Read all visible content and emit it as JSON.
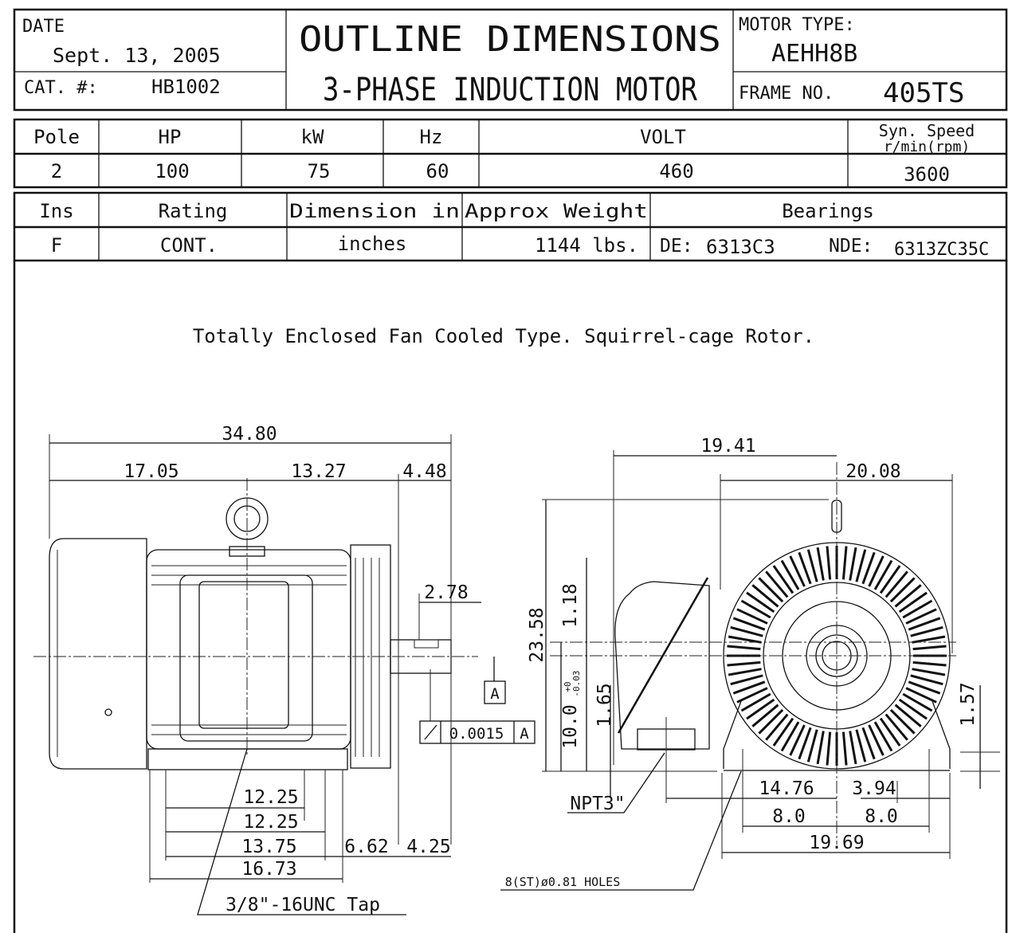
{
  "header": {
    "date_label": "DATE",
    "date_value": "Sept. 13, 2005",
    "cat_label": "CAT. #:",
    "cat_value": "HB1002",
    "title": "OUTLINE DIMENSIONS",
    "subtitle": "3-PHASE  INDUCTION  MOTOR",
    "motor_type_label": "MOTOR TYPE:",
    "motor_type_value": "AEHH8B",
    "frame_label": "FRAME NO.",
    "frame_value": "405TS"
  },
  "specs": {
    "headers": [
      "Pole",
      "HP",
      "kW",
      "Hz",
      "VOLT",
      "Syn. Speed",
      "r/min(rpm)"
    ],
    "values": [
      "2",
      "100",
      "75",
      "60",
      "460",
      "3600"
    ]
  },
  "specs2": {
    "headers": [
      "Ins",
      "Rating",
      "Dimension in",
      "Approx Weight",
      "Bearings"
    ],
    "values": [
      "F",
      "CONT.",
      "inches",
      "1144 lbs."
    ],
    "de_label": "DE:",
    "de_value": "6313C3",
    "nde_label": "NDE:",
    "nde_value": "6313ZC35C"
  },
  "description": "Totally Enclosed Fan Cooled Type. Squirrel-cage Rotor.",
  "side_view": {
    "overall_length": "34.80",
    "d1": "17.05",
    "d2": "13.27",
    "d3": "4.48",
    "shaft_key": "2.78",
    "foot1": "12.25",
    "foot2": "12.25",
    "foot3": "13.75",
    "foot4": "16.73",
    "d_662": "6.62",
    "d_425": "4.25",
    "tap": "3/8\"-16UNC Tap",
    "runout": "0.0015",
    "datum": "A"
  },
  "end_view": {
    "width_top": "19.41",
    "width_right": "20.08",
    "height": "23.58",
    "d_118": "1.18",
    "shaft_height": "10.0",
    "tol_plus": "+0",
    "tol_minus": "-0.03",
    "d_165": "1.65",
    "d_157": "1.57",
    "d_1476": "14.76",
    "d_394": "3.94",
    "d_80a": "8.0",
    "d_80b": "8.0",
    "d_1969": "19.69",
    "npt": "NPT3\"",
    "holes": "8(ST)ø0.81 HOLES"
  }
}
